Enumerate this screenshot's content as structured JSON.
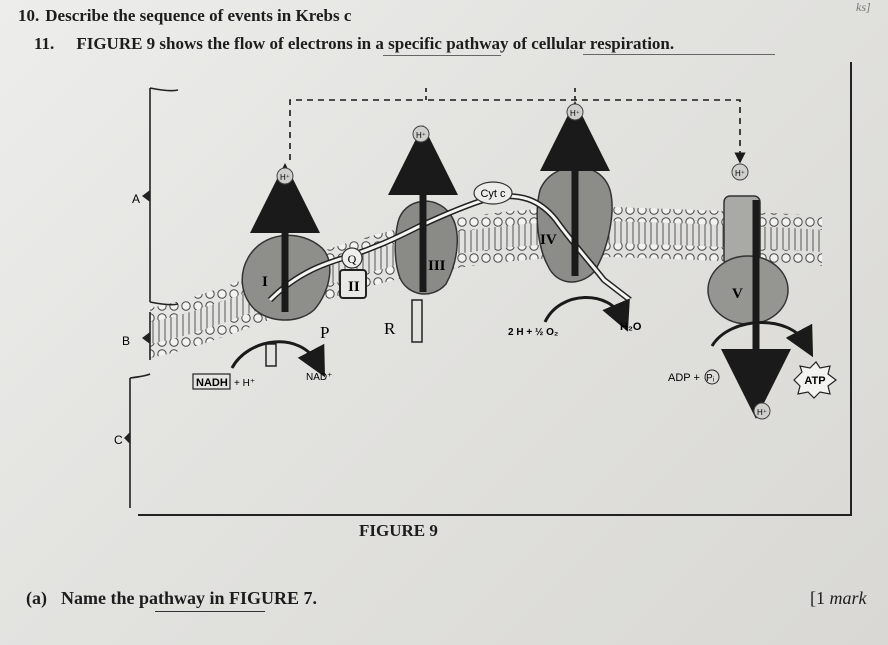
{
  "question_10": {
    "number": "10.",
    "text": "Describe the sequence of events in Krebs c"
  },
  "marks_top": "ks]",
  "question_11": {
    "number": "11.",
    "text": "FIGURE 9 shows the flow of electrons in a specific pathway of cellular respiration."
  },
  "figure": {
    "caption": "FIGURE 9",
    "brackets": {
      "a": "A",
      "b": "B",
      "c": "C"
    },
    "complexes": {
      "c1": "I",
      "c2": "II",
      "c3": "III",
      "c4": "IV",
      "c5": "V"
    },
    "carriers": {
      "q": "Q",
      "cytc": "Cyt c"
    },
    "labels": {
      "p": "P",
      "r": "R",
      "nadh": "NADH",
      "nadh_plus": "+ H⁺",
      "nad": "NAD⁺",
      "oxygen_reaction": "2 H + ½ O₂",
      "water": "H₂O",
      "adp": "ADP +",
      "pi": "Pᵢ",
      "atp": "ATP"
    },
    "proton": "H⁺"
  },
  "question_a": {
    "number": "(a)",
    "text": "Name the pathway in FIGURE 7."
  },
  "mark_allocation": {
    "open": "[1 ",
    "unit": "mark"
  }
}
